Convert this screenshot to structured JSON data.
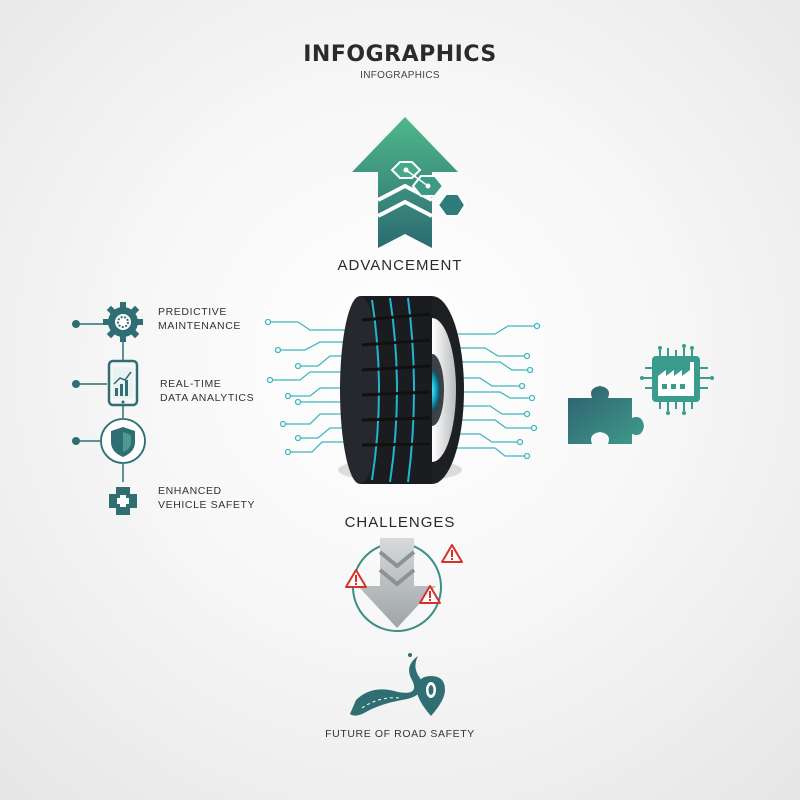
{
  "header": {
    "title": "INFOGRAPHICS",
    "subtitle": "INFOGRAPHICS"
  },
  "main": {
    "advancement_label": "ADVANCEMENT",
    "challenges_label": "CHALLENGES",
    "footer_label": "FUTURE OF ROAD SAFETY"
  },
  "features": [
    {
      "line1": "PREDICTIVE",
      "line2": "MAINTENANCE",
      "icon": "gear-icon"
    },
    {
      "line1": "REAL-TIME",
      "line2": "DATA ANALYTICS",
      "icon": "smartphone-chart-icon"
    },
    {
      "line1": "",
      "line2": "",
      "icon": "shield-icon"
    },
    {
      "line1": "ENHANCED",
      "line2": "VEHICLE SAFETY",
      "icon": "medical-cross-icon"
    }
  ],
  "colors": {
    "teal_dark": "#2f6f73",
    "teal": "#3a9c8c",
    "green": "#5bbf8c",
    "circuit": "#3fb6c0",
    "warning_red": "#d7322a",
    "arrow_gray": "#a9aeb0"
  },
  "icons": [
    "arrow-up-icon",
    "hexagon-icon",
    "tire-icon",
    "puzzle-piece-icon",
    "factory-chip-icon",
    "arrow-down-icon",
    "warning-icon",
    "road-icon",
    "map-pin-icon"
  ]
}
